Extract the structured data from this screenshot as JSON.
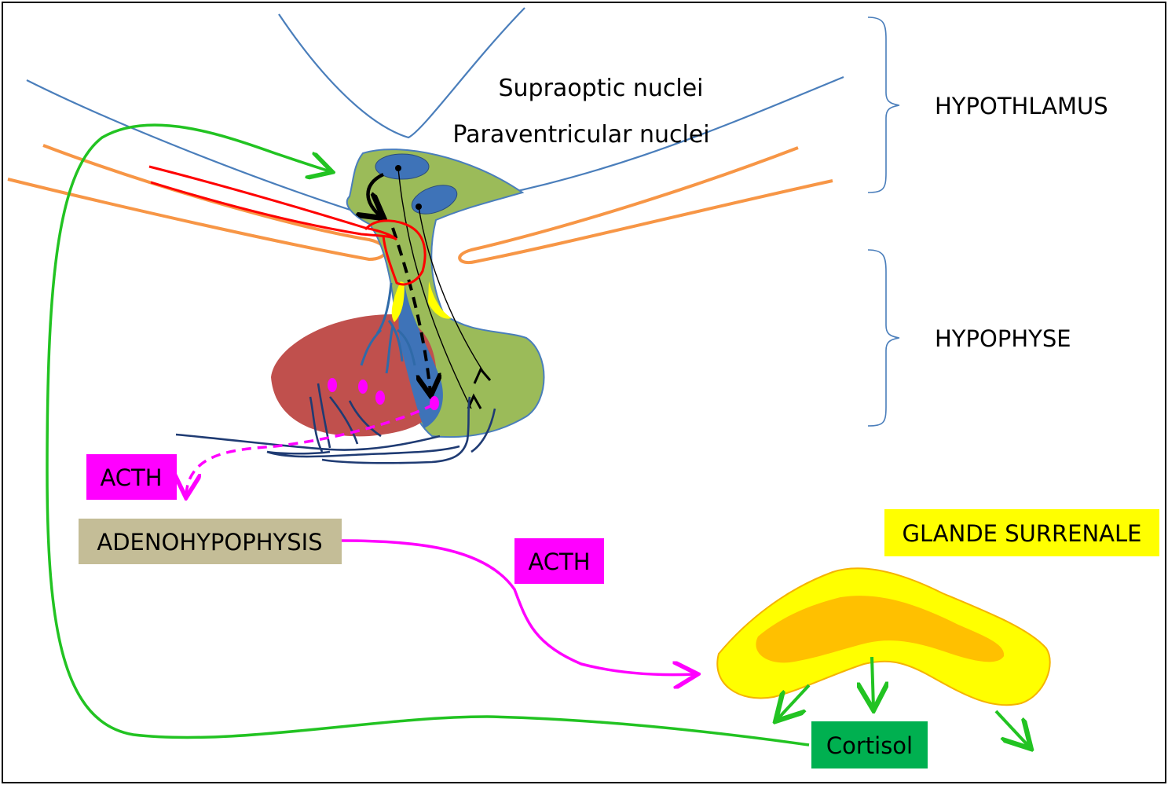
{
  "labels": {
    "supraoptic": "Supraoptic nuclei",
    "paraventricular": "Paraventricular nuclei",
    "hypothalamus": "HYPOTHLAMUS",
    "hypophyse": "HYPOPHYSE",
    "acth_upper": "ACTH",
    "adenohypophysis": "ADENOHYPOPHYSIS",
    "acth_lower": "ACTH",
    "glande_surrenale": "GLANDE SURRENALE",
    "cortisol": "Cortisol"
  },
  "colors": {
    "outline_blue": "#4a7ebb",
    "bone_orange": "#f79646",
    "posterior_green": "#9bbb59",
    "anterior_red": "#c0504d",
    "portal_red": "#ff0000",
    "stalk_yellow": "#ffff00",
    "acth_magenta": "#ff00ff",
    "feedback_green": "#22c322",
    "adeno_box": "#c4bd97",
    "gland_outer": "#ffff00",
    "gland_inner": "#ffc000",
    "cortisol_box": "#00b050",
    "capillary_navy": "#1f3b73",
    "nucleus_blue": "#3e73b8"
  }
}
